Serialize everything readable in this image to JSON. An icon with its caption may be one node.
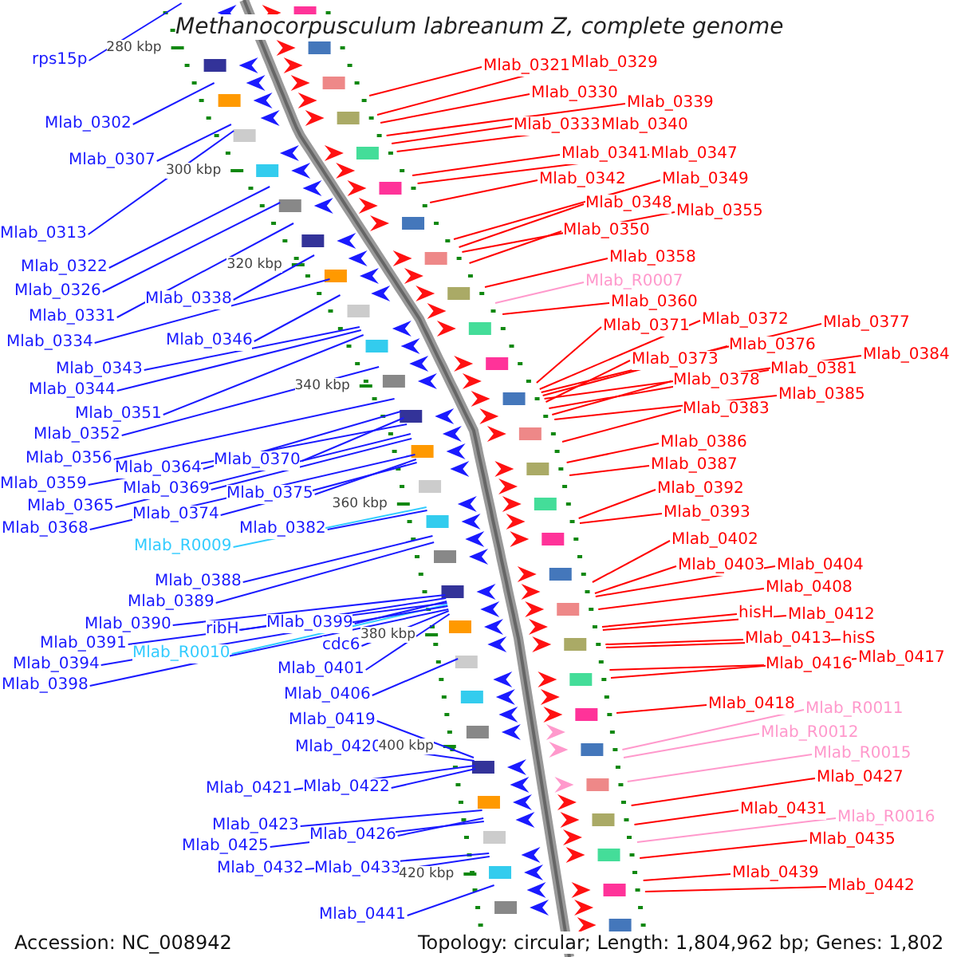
{
  "diagram": {
    "title": "Methanocorpusculum labreanum Z, complete genome",
    "nodes": [
      {
        "text": [
          "rps15p"
        ]
      },
      {
        "text": [
          "Mlab_0302"
        ]
      },
      {
        "text": [
          "Mlab_0307"
        ]
      },
      {
        "text": [
          "Mlab_0313"
        ]
      },
      {
        "text": [
          "Mlab_0322"
        ]
      },
      {
        "text": [
          "Mlab_0326"
        ]
      },
      {
        "text": [
          "Mlab_0331"
        ]
      },
      {
        "text": [
          "Mlab_0338"
        ]
      },
      {
        "text": [
          "Mlab_0334"
        ]
      },
      {
        "text": [
          "Mlab_0346"
        ]
      },
      {
        "text": [
          "Mlab_0343"
        ]
      },
      {
        "text": [
          "Mlab_0344"
        ]
      },
      {
        "text": [
          "Mlab_0351"
        ]
      },
      {
        "text": [
          "Mlab_0352"
        ]
      },
      {
        "text": [
          "Mlab_0356"
        ]
      },
      {
        "text": [
          "Mlab_0364"
        ]
      },
      {
        "text": [
          "Mlab_0370"
        ]
      },
      {
        "text": [
          "Mlab_0359"
        ]
      },
      {
        "text": [
          "Mlab_0369"
        ]
      },
      {
        "text": [
          "Mlab_0365"
        ]
      },
      {
        "text": [
          "Mlab_0375"
        ]
      },
      {
        "text": [
          "Mlab_0374"
        ]
      },
      {
        "text": [
          "Mlab_0368"
        ]
      },
      {
        "text": [
          "Mlab_0382"
        ]
      },
      {
        "text": [
          "Mlab_R0009"
        ]
      },
      {
        "text": [
          "Mlab_0388"
        ]
      },
      {
        "text": [
          "Mlab_0389"
        ]
      },
      {
        "text": [
          "Mlab_0390"
        ]
      },
      {
        "text": [
          "ribH"
        ]
      },
      {
        "text": [
          "Mlab_0399"
        ]
      },
      {
        "text": [
          "Mlab_0391"
        ]
      },
      {
        "text": [
          "Mlab_R0010"
        ]
      },
      {
        "text": [
          "Mlab_0394"
        ]
      },
      {
        "text": [
          "cdc6"
        ]
      },
      {
        "text": [
          "Mlab_0398"
        ]
      },
      {
        "text": [
          "Mlab_0401"
        ]
      },
      {
        "text": [
          "Mlab_0406"
        ]
      },
      {
        "text": [
          "Mlab_0419"
        ]
      },
      {
        "text": [
          "Mlab_0420"
        ]
      },
      {
        "text": [
          "Mlab_0421"
        ]
      },
      {
        "text": [
          "Mlab_0422"
        ]
      },
      {
        "text": [
          "Mlab_0423"
        ]
      },
      {
        "text": [
          "Mlab_0426"
        ]
      },
      {
        "text": [
          "Mlab_0425"
        ]
      },
      {
        "text": [
          "Mlab_0432"
        ]
      },
      {
        "text": [
          "Mlab_0433"
        ]
      },
      {
        "text": [
          "Mlab_0441"
        ]
      },
      {
        "text": [
          "Mlab_0321"
        ]
      },
      {
        "text": [
          "Mlab_0329"
        ]
      },
      {
        "text": [
          "Mlab_0330"
        ]
      },
      {
        "text": [
          "Mlab_0339"
        ]
      },
      {
        "text": [
          "Mlab_0333"
        ]
      },
      {
        "text": [
          "Mlab_0340"
        ]
      },
      {
        "text": [
          "Mlab_0341"
        ]
      },
      {
        "text": [
          "Mlab_0347"
        ]
      },
      {
        "text": [
          "Mlab_0342"
        ]
      },
      {
        "text": [
          "Mlab_0349"
        ]
      },
      {
        "text": [
          "Mlab_0348"
        ]
      },
      {
        "text": [
          "Mlab_0355"
        ]
      },
      {
        "text": [
          "Mlab_0350"
        ]
      },
      {
        "text": [
          "Mlab_0358"
        ]
      },
      {
        "text": [
          "Mlab_R0007"
        ]
      },
      {
        "text": [
          "Mlab_0360"
        ]
      },
      {
        "text": [
          "Mlab_0371"
        ]
      },
      {
        "text": [
          "Mlab_0372"
        ]
      },
      {
        "text": [
          "Mlab_0377"
        ]
      },
      {
        "text": [
          "Mlab_0376"
        ]
      },
      {
        "text": [
          "Mlab_0384"
        ]
      },
      {
        "text": [
          "Mlab_0373"
        ]
      },
      {
        "text": [
          "Mlab_0381"
        ]
      },
      {
        "text": [
          "Mlab_0378"
        ]
      },
      {
        "text": [
          "Mlab_0385"
        ]
      },
      {
        "text": [
          "Mlab_0383"
        ]
      },
      {
        "text": [
          "Mlab_0386"
        ]
      },
      {
        "text": [
          "Mlab_0387"
        ]
      },
      {
        "text": [
          "Mlab_0392"
        ]
      },
      {
        "text": [
          "Mlab_0393"
        ]
      },
      {
        "text": [
          "Mlab_0402"
        ]
      },
      {
        "text": [
          "Mlab_0403"
        ]
      },
      {
        "text": [
          "Mlab_0404"
        ]
      },
      {
        "text": [
          "Mlab_0408"
        ]
      },
      {
        "text": [
          "hisH"
        ]
      },
      {
        "text": [
          "Mlab_0412"
        ]
      },
      {
        "text": [
          "Mlab_0413"
        ]
      },
      {
        "text": [
          "hisS"
        ]
      },
      {
        "text": [
          "Mlab_0416"
        ]
      },
      {
        "text": [
          "Mlab_0417"
        ]
      },
      {
        "text": [
          "Mlab_0418"
        ]
      },
      {
        "text": [
          "Mlab_R0011"
        ]
      },
      {
        "text": [
          "Mlab_R0012"
        ]
      },
      {
        "text": [
          "Mlab_R0015"
        ]
      },
      {
        "text": [
          "Mlab_0427"
        ]
      },
      {
        "text": [
          "Mlab_0431"
        ]
      },
      {
        "text": [
          "Mlab_R0016"
        ]
      },
      {
        "text": [
          "Mlab_0435"
        ]
      },
      {
        "text": [
          "Mlab_0439"
        ]
      },
      {
        "text": [
          "Mlab_0442"
        ]
      }
    ],
    "edges": [
      {
        "from": 0,
        "to": null,
        "arrow": "none"
      },
      {
        "from": 1,
        "to": null,
        "arrow": "none"
      },
      {
        "from": 2,
        "to": null,
        "arrow": "none"
      },
      {
        "from": 3,
        "to": null,
        "arrow": "none"
      },
      {
        "from": 4,
        "to": null,
        "arrow": "none"
      },
      {
        "from": 5,
        "to": null,
        "arrow": "none"
      },
      {
        "from": 6,
        "to": null,
        "arrow": "none"
      },
      {
        "from": 7,
        "to": null,
        "arrow": "none"
      },
      {
        "from": 8,
        "to": null,
        "arrow": "none"
      },
      {
        "from": 9,
        "to": null,
        "arrow": "none"
      },
      {
        "from": 10,
        "to": null,
        "arrow": "none"
      },
      {
        "from": 11,
        "to": null,
        "arrow": "none"
      },
      {
        "from": 12,
        "to": null,
        "arrow": "none"
      },
      {
        "from": 13,
        "to": null,
        "arrow": "none"
      },
      {
        "from": 14,
        "to": null,
        "arrow": "none"
      },
      {
        "from": 15,
        "to": null,
        "arrow": "none"
      },
      {
        "from": 16,
        "to": null,
        "arrow": "none"
      },
      {
        "from": 17,
        "to": null,
        "arrow": "none"
      },
      {
        "from": 18,
        "to": null,
        "arrow": "none"
      },
      {
        "from": 19,
        "to": null,
        "arrow": "none"
      },
      {
        "from": 20,
        "to": null,
        "arrow": "none"
      },
      {
        "from": 21,
        "to": null,
        "arrow": "none"
      },
      {
        "from": 22,
        "to": null,
        "arrow": "none"
      },
      {
        "from": 23,
        "to": null,
        "arrow": "none"
      },
      {
        "from": 24,
        "to": null,
        "arrow": "none",
        "color": "#33ccff"
      },
      {
        "from": 25,
        "to": null,
        "arrow": "none"
      },
      {
        "from": 26,
        "to": null,
        "arrow": "none"
      },
      {
        "from": 27,
        "to": null,
        "arrow": "none"
      },
      {
        "from": 28,
        "to": null,
        "arrow": "none"
      },
      {
        "from": 29,
        "to": null,
        "arrow": "none"
      },
      {
        "from": 30,
        "to": null,
        "arrow": "none"
      },
      {
        "from": 31,
        "to": null,
        "arrow": "none",
        "color": "#33ccff"
      },
      {
        "from": 32,
        "to": null,
        "arrow": "none"
      },
      {
        "from": 33,
        "to": null,
        "arrow": "none"
      },
      {
        "from": 34,
        "to": null,
        "arrow": "none"
      },
      {
        "from": 35,
        "to": null,
        "arrow": "none"
      },
      {
        "from": 36,
        "to": null,
        "arrow": "none"
      },
      {
        "from": 37,
        "to": null,
        "arrow": "none"
      },
      {
        "from": 38,
        "to": null,
        "arrow": "none"
      },
      {
        "from": 39,
        "to": null,
        "arrow": "none"
      },
      {
        "from": 40,
        "to": null,
        "arrow": "none"
      },
      {
        "from": 41,
        "to": null,
        "arrow": "none"
      },
      {
        "from": 42,
        "to": null,
        "arrow": "none"
      },
      {
        "from": 43,
        "to": null,
        "arrow": "none"
      },
      {
        "from": 44,
        "to": null,
        "arrow": "none"
      },
      {
        "from": 45,
        "to": null,
        "arrow": "none"
      },
      {
        "from": 46,
        "to": null,
        "arrow": "none"
      },
      {
        "from": 47,
        "to": null,
        "arrow": "none",
        "color": "#ff0000"
      },
      {
        "from": 48,
        "to": null,
        "arrow": "none",
        "color": "#ff0000"
      },
      {
        "from": 49,
        "to": null,
        "arrow": "none",
        "color": "#ff0000"
      },
      {
        "from": 50,
        "to": null,
        "arrow": "none",
        "color": "#ff0000"
      },
      {
        "from": 51,
        "to": null,
        "arrow": "none",
        "color": "#ff0000"
      },
      {
        "from": 52,
        "to": null,
        "arrow": "none",
        "color": "#ff0000"
      },
      {
        "from": 53,
        "to": null,
        "arrow": "none",
        "color": "#ff0000"
      },
      {
        "from": 54,
        "to": null,
        "arrow": "none",
        "color": "#ff0000"
      },
      {
        "from": 55,
        "to": null,
        "arrow": "none",
        "color": "#ff0000"
      },
      {
        "from": 56,
        "to": null,
        "arrow": "none",
        "color": "#ff0000"
      },
      {
        "from": 57,
        "to": null,
        "arrow": "none",
        "color": "#ff0000"
      },
      {
        "from": 58,
        "to": null,
        "arrow": "none",
        "color": "#ff0000"
      },
      {
        "from": 59,
        "to": null,
        "arrow": "none",
        "color": "#ff0000"
      },
      {
        "from": 60,
        "to": null,
        "arrow": "none",
        "color": "#ff0000"
      },
      {
        "from": 61,
        "to": null,
        "arrow": "none",
        "color": "#ff99cc"
      },
      {
        "from": 62,
        "to": null,
        "arrow": "none",
        "color": "#ff0000"
      },
      {
        "from": 63,
        "to": null,
        "arrow": "none",
        "color": "#ff0000"
      },
      {
        "from": 64,
        "to": null,
        "arrow": "none",
        "color": "#ff0000"
      },
      {
        "from": 65,
        "to": null,
        "arrow": "none",
        "color": "#ff0000"
      },
      {
        "from": 66,
        "to": null,
        "arrow": "none",
        "color": "#ff0000"
      },
      {
        "from": 67,
        "to": null,
        "arrow": "none",
        "color": "#ff0000"
      },
      {
        "from": 68,
        "to": null,
        "arrow": "none",
        "color": "#ff0000"
      },
      {
        "from": 69,
        "to": null,
        "arrow": "none",
        "color": "#ff0000"
      },
      {
        "from": 70,
        "to": null,
        "arrow": "none",
        "color": "#ff0000"
      },
      {
        "from": 71,
        "to": null,
        "arrow": "none",
        "color": "#ff0000"
      },
      {
        "from": 72,
        "to": null,
        "arrow": "none",
        "color": "#ff0000"
      },
      {
        "from": 73,
        "to": null,
        "arrow": "none",
        "color": "#ff0000"
      },
      {
        "from": 74,
        "to": null,
        "arrow": "none",
        "color": "#ff0000"
      },
      {
        "from": 75,
        "to": null,
        "arrow": "none",
        "color": "#ff0000"
      },
      {
        "from": 76,
        "to": null,
        "arrow": "none",
        "color": "#ff0000"
      },
      {
        "from": 77,
        "to": null,
        "arrow": "none",
        "color": "#ff0000"
      },
      {
        "from": 78,
        "to": null,
        "arrow": "none",
        "color": "#ff0000"
      },
      {
        "from": 79,
        "to": null,
        "arrow": "none",
        "color": "#ff0000"
      },
      {
        "from": 80,
        "to": null,
        "arrow": "none",
        "color": "#ff0000"
      },
      {
        "from": 81,
        "to": null,
        "arrow": "none",
        "color": "#ff0000"
      },
      {
        "from": 82,
        "to": null,
        "arrow": "none",
        "color": "#ff0000"
      },
      {
        "from": 83,
        "to": null,
        "arrow": "none",
        "color": "#ff0000"
      },
      {
        "from": 84,
        "to": null,
        "arrow": "none",
        "color": "#ff0000"
      },
      {
        "from": 85,
        "to": null,
        "arrow": "none",
        "color": "#ff0000"
      },
      {
        "from": 86,
        "to": null,
        "arrow": "none",
        "color": "#ff0000"
      },
      {
        "from": 87,
        "to": null,
        "arrow": "none",
        "color": "#ff0000"
      },
      {
        "from": 88,
        "to": null,
        "arrow": "none",
        "color": "#ff99cc"
      },
      {
        "from": 89,
        "to": null,
        "arrow": "none",
        "color": "#ff99cc"
      },
      {
        "from": 90,
        "to": null,
        "arrow": "none",
        "color": "#ff99cc"
      },
      {
        "from": 91,
        "to": null,
        "arrow": "none",
        "color": "#ff0000"
      },
      {
        "from": 92,
        "to": null,
        "arrow": "none",
        "color": "#ff0000"
      },
      {
        "from": 93,
        "to": null,
        "arrow": "none",
        "color": "#ff99cc"
      },
      {
        "from": 94,
        "to": null,
        "arrow": "none",
        "color": "#ff0000"
      },
      {
        "from": 95,
        "to": null,
        "arrow": "none",
        "color": "#ff0000"
      },
      {
        "from": 96,
        "to": null,
        "arrow": "none",
        "color": "#ff0000"
      }
    ],
    "labels": [
      "280 kbp",
      "300 kbp",
      "320 kbp",
      "340 kbp",
      "360 kbp",
      "380 kbp",
      "400 kbp",
      "420 kbp",
      "Accession: NC_008942",
      "Topology: circular; Length: 1,804,962 bp; Genes: 1,802"
    ]
  }
}
